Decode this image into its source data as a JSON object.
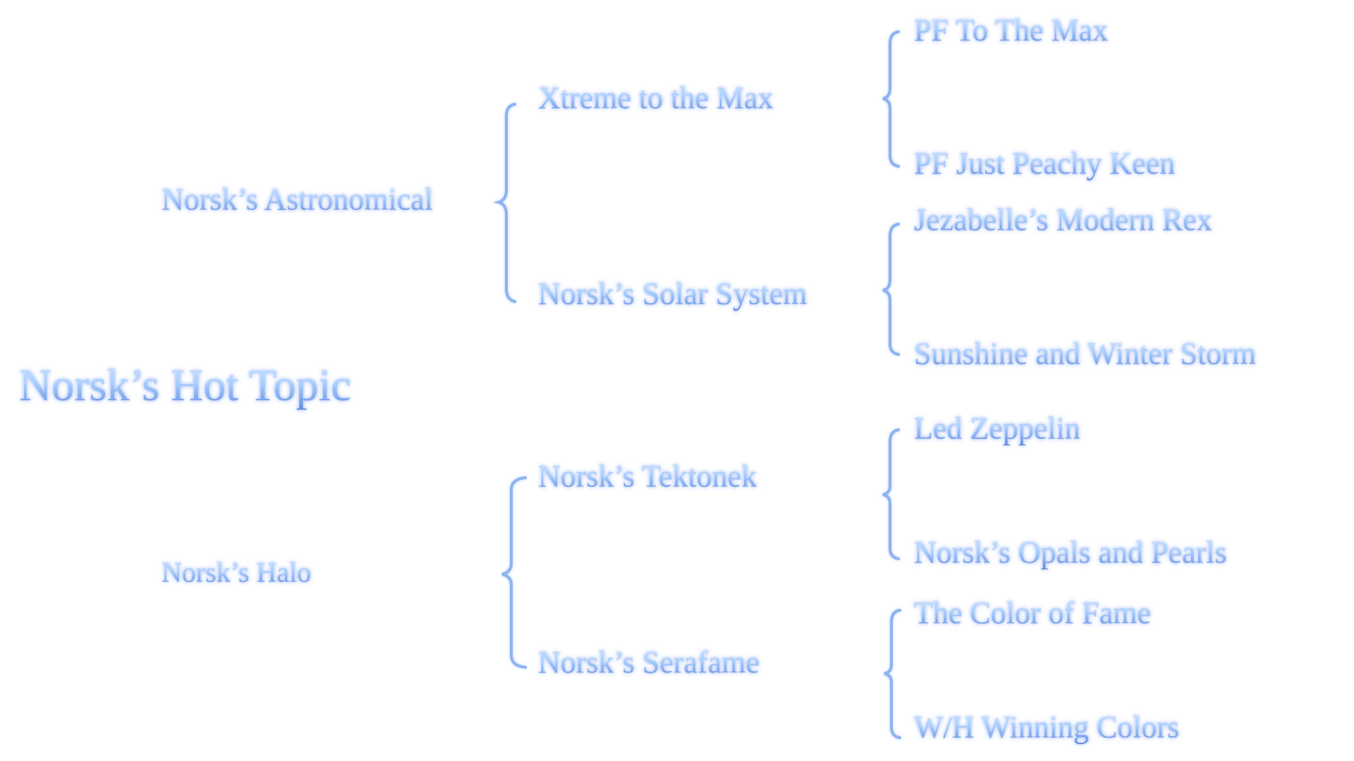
{
  "root": {
    "label": "Norsk’s Hot Topic"
  },
  "branches": [
    {
      "label": "Norsk’s Astronomical",
      "children": [
        {
          "label": "Xtreme to the Max",
          "children": [
            "PF To The Max",
            "PF Just Peachy Keen"
          ]
        },
        {
          "label": "Norsk’s Solar System",
          "children": [
            "Jezabelle’s Modern Rex",
            "Sunshine and Winter Storm"
          ]
        }
      ]
    },
    {
      "label": "Norsk’s Halo",
      "children": [
        {
          "label": "Norsk’s Tektonek",
          "children": [
            "Led Zeppelin",
            "Norsk’s Opals and Pearls"
          ]
        },
        {
          "label": "Norsk’s Serafame",
          "children": [
            "The Color of Fame",
            "W/H Winning Colors"
          ]
        }
      ]
    }
  ],
  "colors": {
    "text_top": "#cfe6ff",
    "text_bottom": "#5f86dc",
    "brace": "#8fb2ee"
  }
}
